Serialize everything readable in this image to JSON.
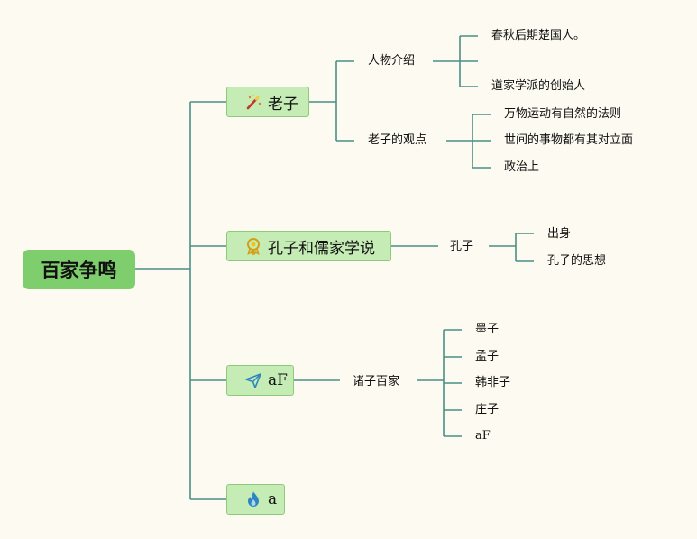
{
  "root": {
    "title": "百家争鸣"
  },
  "branches": [
    {
      "label": "老子",
      "icon": "magic-wand-icon",
      "children": [
        {
          "label": "人物介绍",
          "children": [
            "春秋后期楚国人。",
            "",
            "道家学派的创始人"
          ]
        },
        {
          "label": "老子的观点",
          "children": [
            "万物运动有自然的法则",
            "世间的事物都有其对立面",
            "政治上"
          ]
        }
      ]
    },
    {
      "label": "孔子和儒家学说",
      "icon": "award-medal-icon",
      "children": [
        {
          "label": "孔子",
          "children": [
            "出身",
            "孔子的思想"
          ]
        }
      ]
    },
    {
      "label": "aF",
      "icon": "paper-plane-icon",
      "children": [
        {
          "label": "诸子百家",
          "children": [
            "墨子",
            "孟子",
            "韩非子",
            "庄子",
            "aF"
          ]
        }
      ]
    },
    {
      "label": "a",
      "icon": "flame-icon",
      "children": []
    }
  ],
  "colors": {
    "background": "#fdfbf1",
    "root_fill": "#7fce6d",
    "branch_fill": "#c5ecb4",
    "branch_border": "#8fc97b",
    "connector": "#4a8f86"
  }
}
